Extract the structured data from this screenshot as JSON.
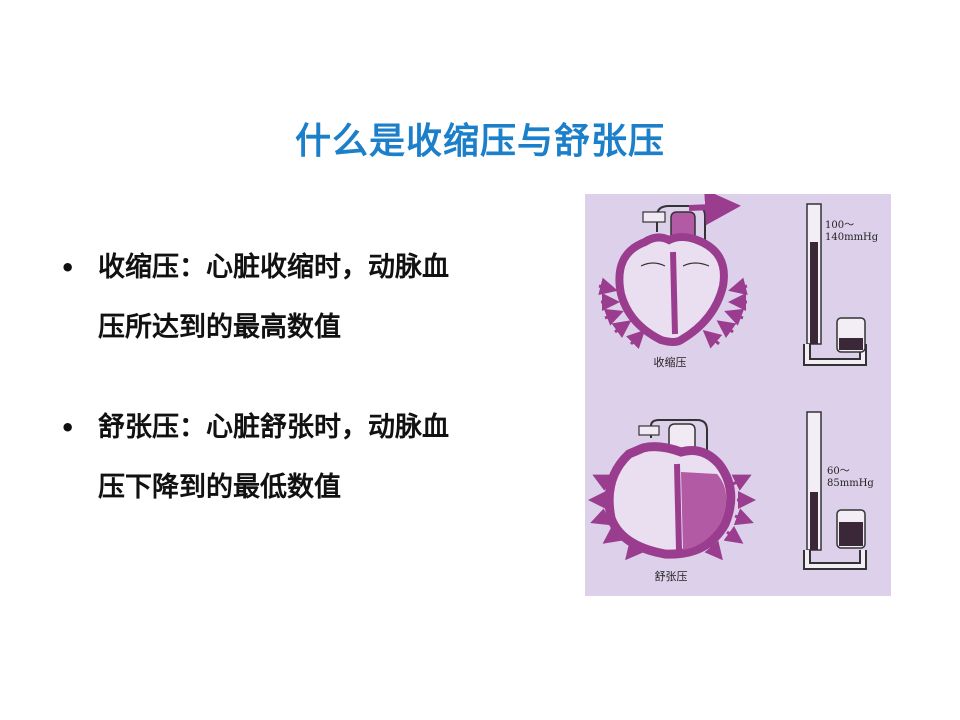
{
  "slide": {
    "title": "什么是收缩压与舒张压"
  },
  "bullets": [
    {
      "marker": "•",
      "line1": "收缩压：心脏收缩时，动脉血",
      "line2": "压所达到的最高数值"
    },
    {
      "marker": "•",
      "line1": "舒张压：心脏舒张时，动脉血",
      "line2": "压下降到的最低数值"
    }
  ],
  "figure": {
    "systole_caption": "收缩压",
    "diastole_caption": "舒张压",
    "systolic_range_top": "100～",
    "systolic_range_bottom": "140mmHg",
    "diastolic_range_top": "60～",
    "diastolic_range_bottom": "85mmHg",
    "colors": {
      "background": "#ddd0ea",
      "heart": "#9b3d8f",
      "heart_fill": "#b25aa3",
      "outline": "#333333"
    }
  }
}
